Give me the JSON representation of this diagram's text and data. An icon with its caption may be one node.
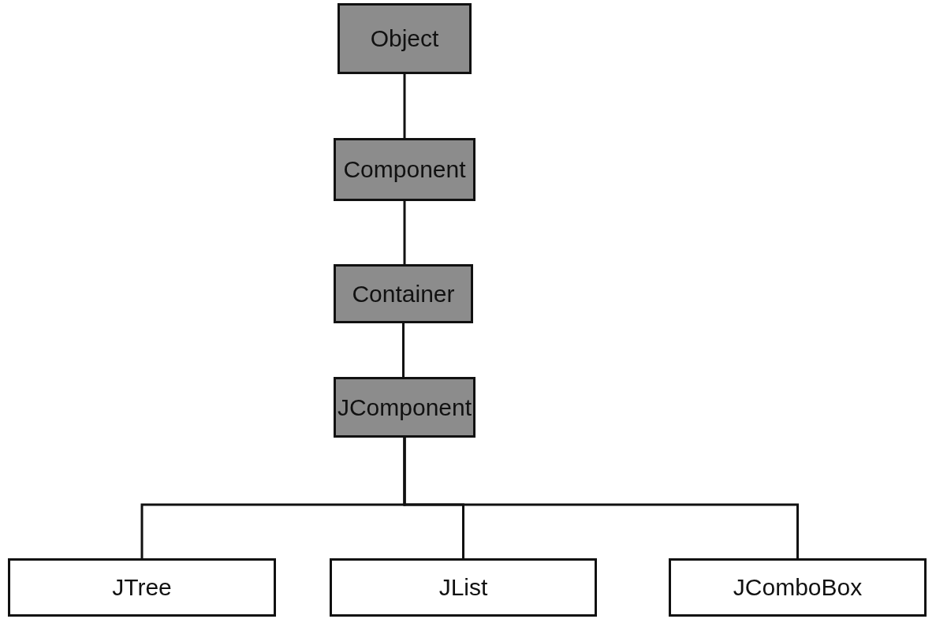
{
  "diagram": {
    "nodes": [
      {
        "text": [
          "Object"
        ]
      },
      {
        "text": [
          "Component"
        ]
      },
      {
        "text": [
          "Container"
        ]
      },
      {
        "text": [
          "JComponent"
        ]
      },
      {
        "text": [
          "JTree"
        ]
      },
      {
        "text": [
          "JList"
        ]
      },
      {
        "text": [
          "JComboBox"
        ]
      }
    ],
    "edges": [
      {
        "from": 0,
        "to": 1,
        "arrow": "none"
      },
      {
        "from": 1,
        "to": 2,
        "arrow": "none"
      },
      {
        "from": 2,
        "to": 3,
        "arrow": "none"
      },
      {
        "from": 3,
        "to": 4,
        "arrow": "none"
      },
      {
        "from": 3,
        "to": 5,
        "arrow": "none"
      },
      {
        "from": 3,
        "to": 6,
        "arrow": "none"
      }
    ]
  }
}
